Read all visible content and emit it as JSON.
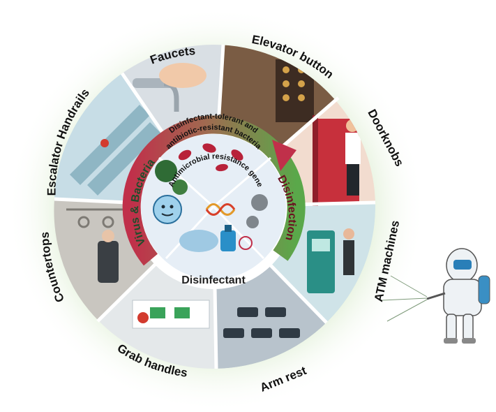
{
  "outer_labels": {
    "faucets": "Faucets",
    "elevator_button": "Elevator button",
    "doorknobs": "Doorknobs",
    "atm_machines": "ATM machines",
    "arm_rest": "Arm rest",
    "grab_handles": "Grab handles",
    "countertops": "Countertops",
    "escalator_handrails": "Escalator Handrails"
  },
  "ring_labels": {
    "virus_bacteria": "Virus & Bacteria",
    "disinfection": "Disinfection",
    "disinfectant": "Disinfectant"
  },
  "inner_labels": {
    "tolerant_line1": "Disinfectant-tolerant and",
    "tolerant_line2": "antibiotic-resistant bacteria",
    "resistance_gene": "Antimicrobial resistance gene"
  },
  "colors": {
    "green_arc": "#5aa84a",
    "red_arc": "#c0304a",
    "glow": "#cfe6bf",
    "inner_bg": "#e6eef6",
    "divider": "#ffffff"
  },
  "icons": [
    "virus-icon",
    "bacteria-icon",
    "dna-icon",
    "spray-bottle-icon",
    "hazmat-worker-icon",
    "spray-mist-icon"
  ]
}
